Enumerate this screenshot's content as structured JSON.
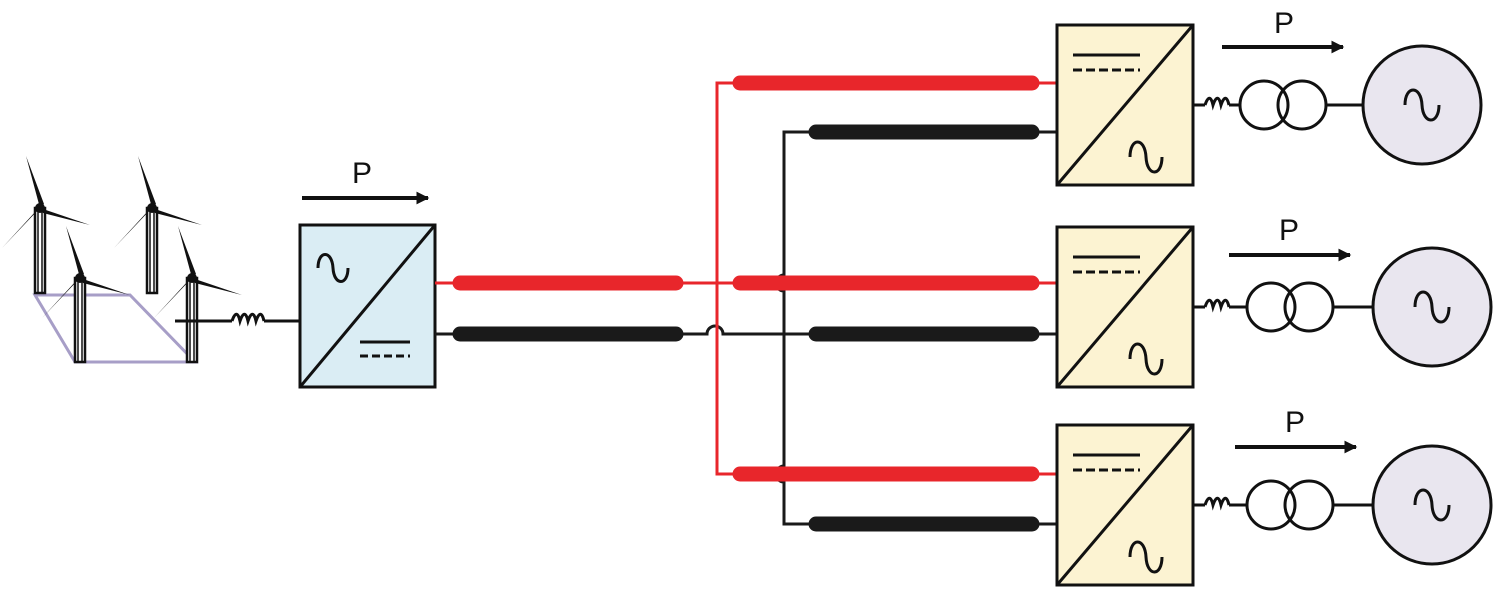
{
  "labels": {
    "power_offshore": "P",
    "power_onshore_1": "P",
    "power_onshore_2": "P",
    "power_onshore_3": "P"
  },
  "colors": {
    "positive_pole": "#e8262b",
    "negative_pole": "#1a1a1a",
    "sending_converter_fill": "#daedf4",
    "receiving_converter_fill": "#fcf3d2",
    "grid_source_fill": "#e9e6ef",
    "wind_farm_cable": "#a79ec7",
    "outline": "#111111"
  },
  "icons": {
    "wind_turbine": "wind-turbine-icon",
    "ac_symbol": "ac-sine-icon",
    "dc_symbol": "dc-lines-icon",
    "transformer": "transformer-icon",
    "ac_grid": "ac-grid-source-icon",
    "reactor": "reactor-coil-icon"
  }
}
